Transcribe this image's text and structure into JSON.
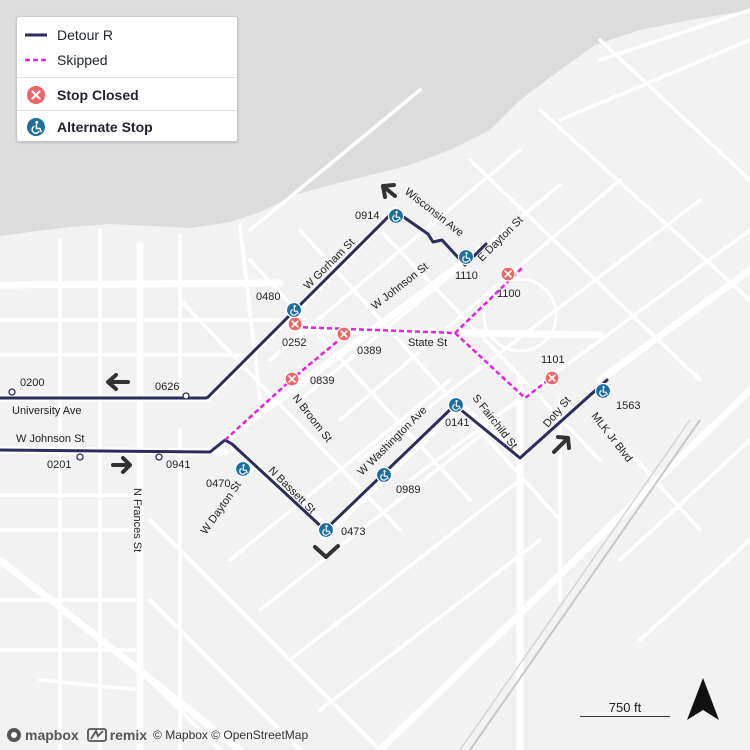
{
  "legend": {
    "detour_label": "Detour R",
    "skipped_label": "Skipped",
    "closed_label": "Stop Closed",
    "alternate_label": "Alternate Stop"
  },
  "colors": {
    "detour": "#2b2d5c",
    "skipped": "#e81ee8",
    "closed": "#ef6464",
    "alternate": "#1a6fa0",
    "water": "#dcdcdc",
    "land": "#f2f2f2"
  },
  "streets": {
    "w_gorham": "W Gorham St",
    "wisconsin": "Wisconsin Ave",
    "e_dayton": "E Dayton St",
    "w_johnson_top": "W Johnson St",
    "state": "State St",
    "university": "University Ave",
    "w_johnson_left": "W Johnson St",
    "n_frances": "N Frances St",
    "n_broom": "N Broom St",
    "w_dayton": "W Dayton St",
    "n_bassett": "N Bassett St",
    "w_washington": "W Washington Ave",
    "s_fairchild": "S Fairchild St",
    "doty": "Doty St",
    "mlk": "MLK Jr Blvd"
  },
  "stops": {
    "s0914": "0914",
    "s1110": "1110",
    "s1100": "1100",
    "s0480": "0480",
    "s0252": "0252",
    "s0389": "0389",
    "s0200": "0200",
    "s0626": "0626",
    "s0839": "0839",
    "s1101": "1101",
    "s1563": "1563",
    "s0141": "0141",
    "s0201": "0201",
    "s0941": "0941",
    "s0470": "0470",
    "s0989": "0989",
    "s0473": "0473"
  },
  "attribution": {
    "mapbox": "mapbox",
    "remix": "remix",
    "copyright": "© Mapbox © OpenStreetMap"
  },
  "scale_label": "750 ft",
  "icons": {
    "closed": "x-circle-icon",
    "alternate": "wheelchair-icon",
    "direction": "arrow-icon",
    "north": "north-arrow-icon"
  }
}
